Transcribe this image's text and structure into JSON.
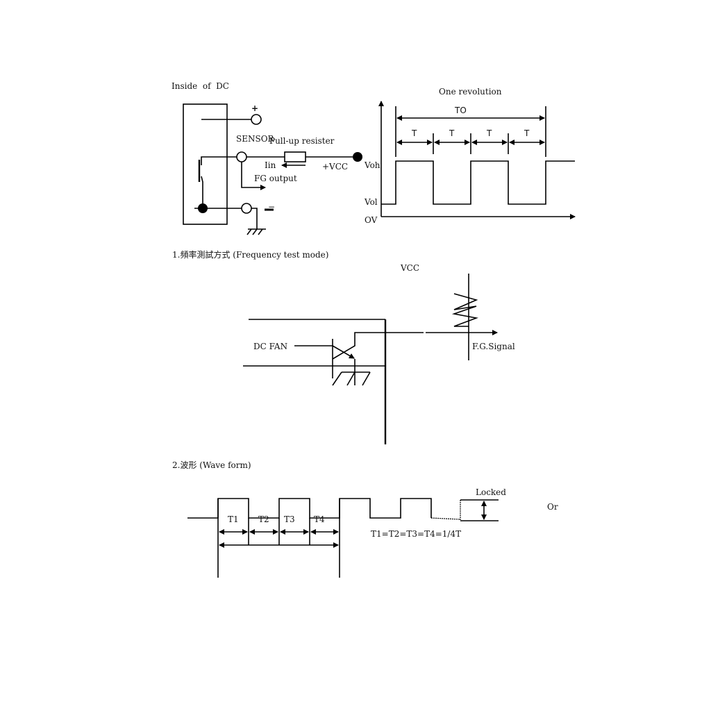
{
  "section0": {
    "title": "Inside  of  DC",
    "plus": "+",
    "minus": "−",
    "sensor": "SENSOR",
    "pullup": "Pull-up resister",
    "iin": "Iin",
    "vcc": "+VCC",
    "fg_output": "FG output",
    "one_revolution": "One revolution",
    "to_label": "TO",
    "t_labels": [
      "T",
      "T",
      "T",
      "T"
    ],
    "voh": "Voh",
    "vol": "Vol",
    "ov": "OV"
  },
  "section1": {
    "title": "1.頻率測試方式 (Frequency test mode)",
    "vcc": "VCC",
    "dc_fan": "DC FAN",
    "fg_signal": "F.G.Signal"
  },
  "section2": {
    "title": "2.波形 (Wave form)",
    "t1": "T1",
    "t2": "T2",
    "t3": "T3",
    "t4": "T4",
    "equation": "T1=T2=T3=T4=1/4T",
    "locked": "Locked",
    "or": "Or"
  }
}
